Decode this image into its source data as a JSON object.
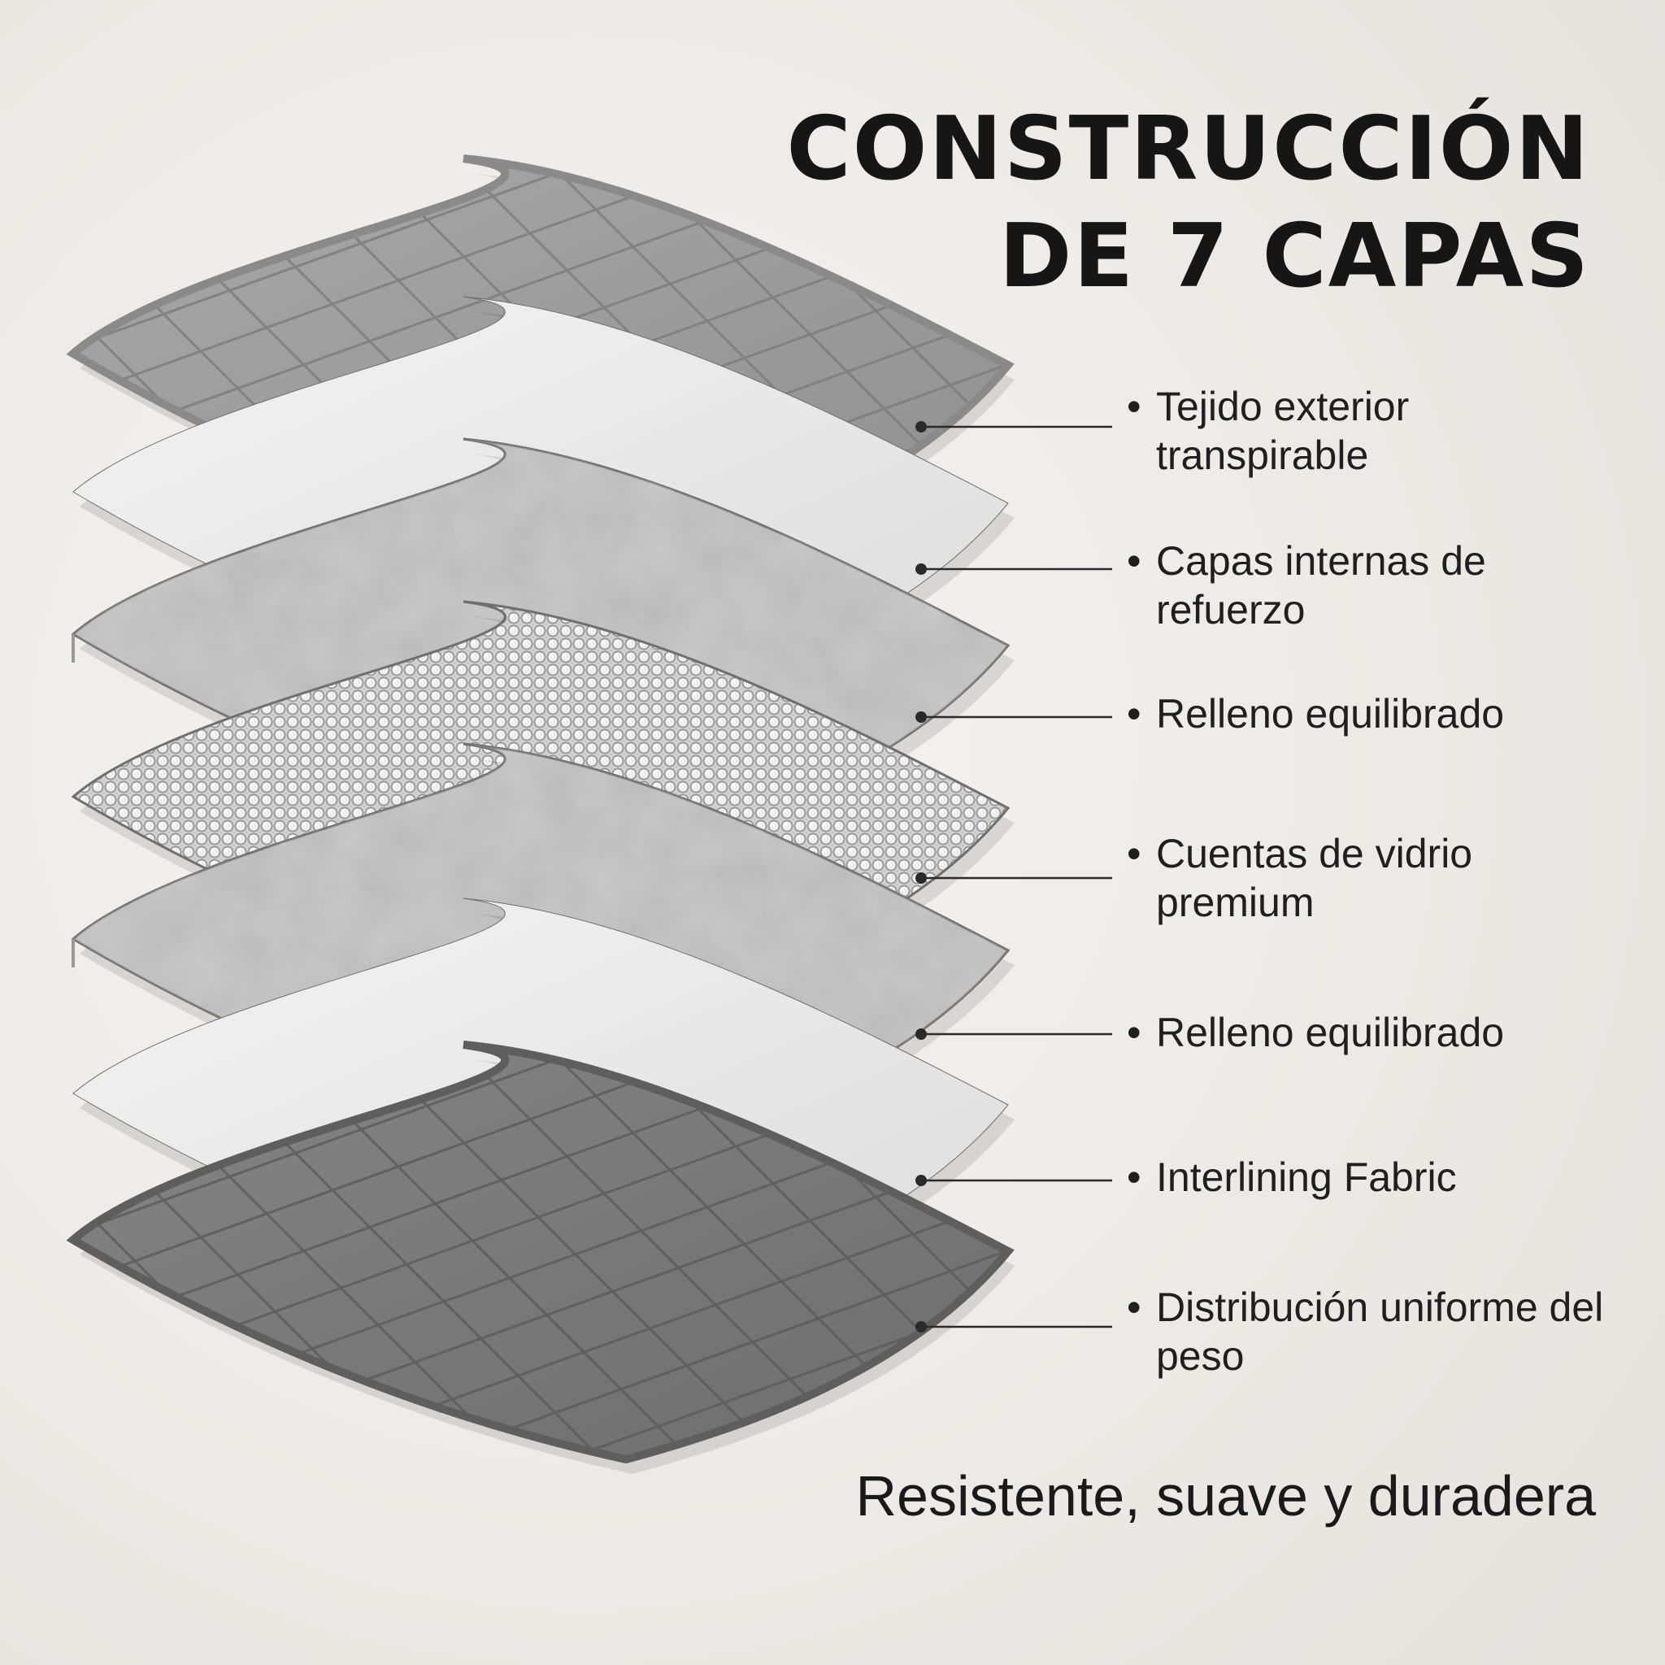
{
  "title_lines": [
    "CONSTRUCCIÓN",
    "DE 7 CAPAS"
  ],
  "layers": [
    {
      "label": "Tejido exterior transpirable",
      "kind": "quilted",
      "color": "#9d9d9d"
    },
    {
      "label": "Capas internas de refuerzo",
      "kind": "sheet",
      "color": "#e9e9e9"
    },
    {
      "label": "Relleno equilibrado",
      "kind": "fiber",
      "color": "#b9b9b9"
    },
    {
      "label": "Cuentas de vidrio premium",
      "kind": "beads",
      "color": "#d8d8d8"
    },
    {
      "label": "Relleno equilibrado",
      "kind": "fiber",
      "color": "#b9b9b9"
    },
    {
      "label": "Interlining Fabric",
      "kind": "sheet",
      "color": "#e9e9e9"
    },
    {
      "label": "Distribución uniforme del peso",
      "kind": "quilted",
      "color": "#7e7e7e"
    }
  ],
  "tagline": "Resistente, suave y duradera"
}
